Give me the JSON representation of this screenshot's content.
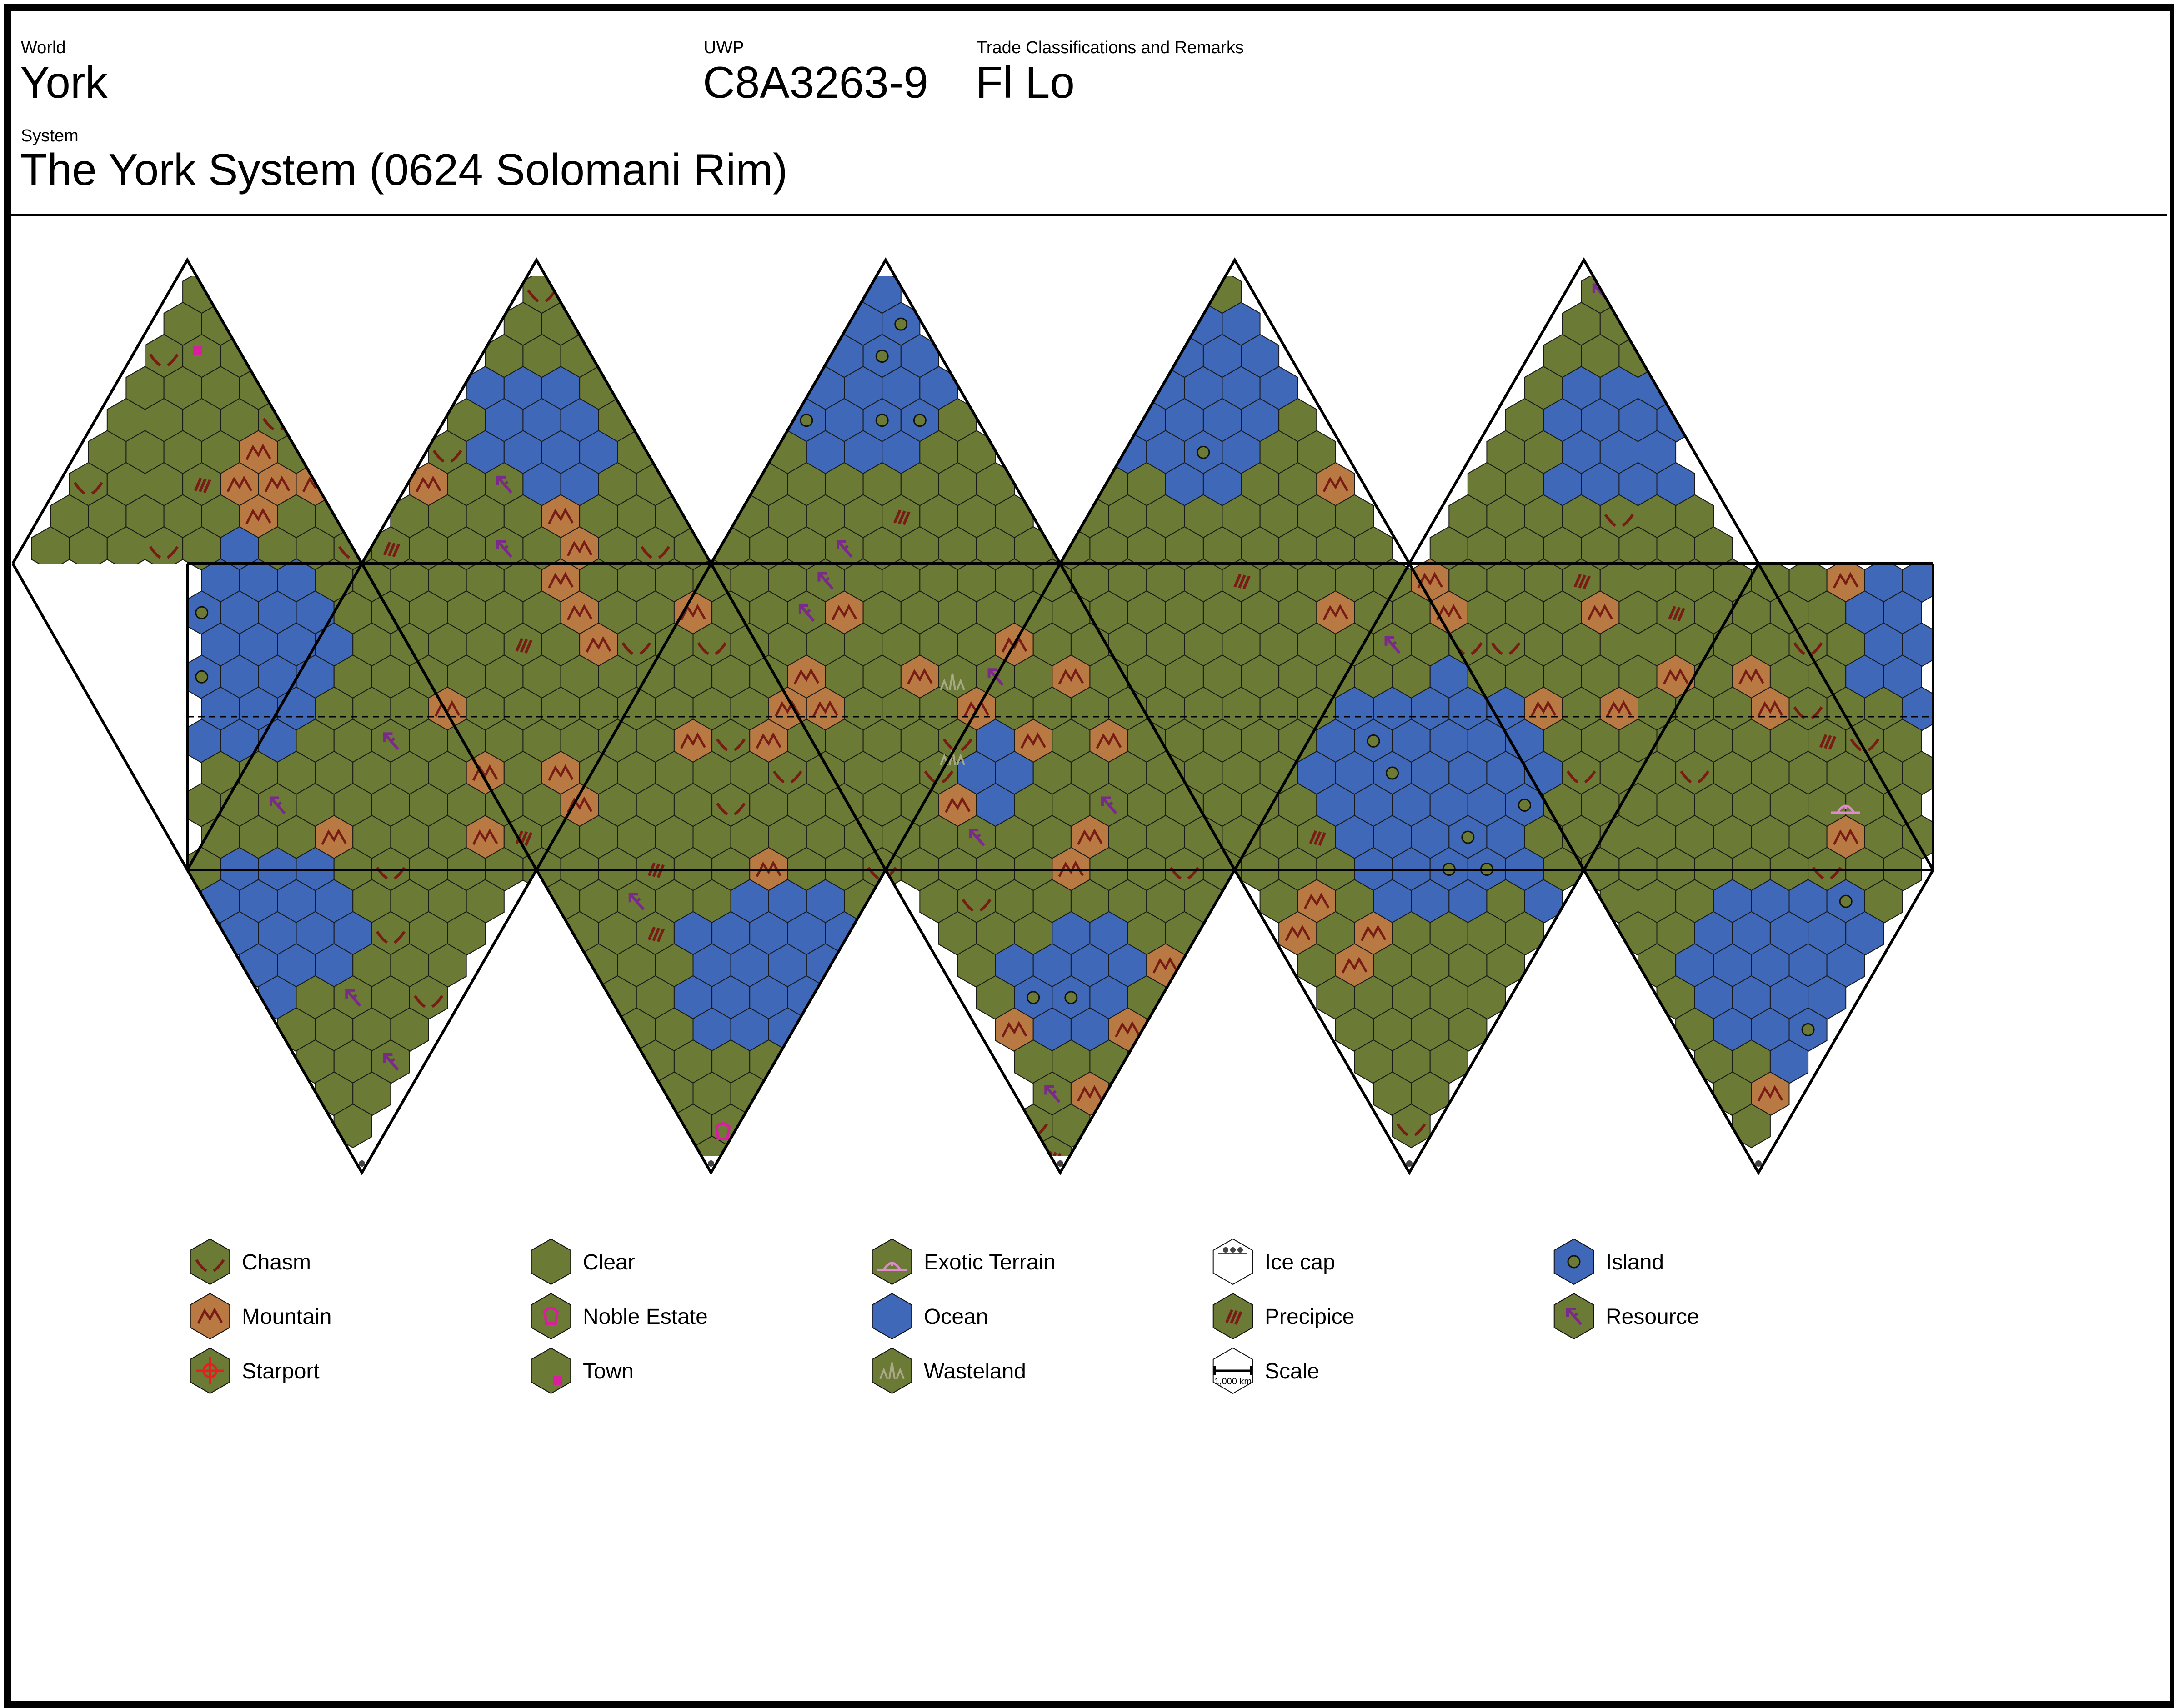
{
  "header": {
    "world_label": "World",
    "world_value": "York",
    "uwp_label": "UWP",
    "uwp_value": "C8A3263-9",
    "trade_label": "Trade Classifications and Remarks",
    "trade_value": "Fl Lo",
    "system_label": "System",
    "system_value": "The York System (0624 Solomani Rim)"
  },
  "colors": {
    "clear": "#6b7a34",
    "ocean": "#3f68b8",
    "mountain": "#b87a42",
    "hex_line": "#1a1a1a",
    "chasm_mark": "#7a1c16",
    "resource_mark": "#7a2a8a",
    "noble_mark": "#d6209c",
    "starport_mark": "#e61e1e",
    "exotic_mark": "#e08ad0",
    "wasteland_mark": "#a9a98a"
  },
  "legend": [
    {
      "label": "Chasm",
      "icon": "chasm"
    },
    {
      "label": "Clear",
      "icon": "clear"
    },
    {
      "label": "Exotic Terrain",
      "icon": "exotic"
    },
    {
      "label": "Ice cap",
      "icon": "icecap"
    },
    {
      "label": "Island",
      "icon": "island"
    },
    {
      "label": "Mountain",
      "icon": "mountain"
    },
    {
      "label": "Noble Estate",
      "icon": "noble"
    },
    {
      "label": "Ocean",
      "icon": "ocean"
    },
    {
      "label": "Precipice",
      "icon": "precipice"
    },
    {
      "label": "Resource",
      "icon": "resource"
    },
    {
      "label": "Starport",
      "icon": "starport"
    },
    {
      "label": "Town",
      "icon": "town"
    },
    {
      "label": "Wasteland",
      "icon": "wasteland"
    },
    {
      "label": "Scale",
      "icon": "scale"
    }
  ],
  "scale_text": "1,000 km"
}
